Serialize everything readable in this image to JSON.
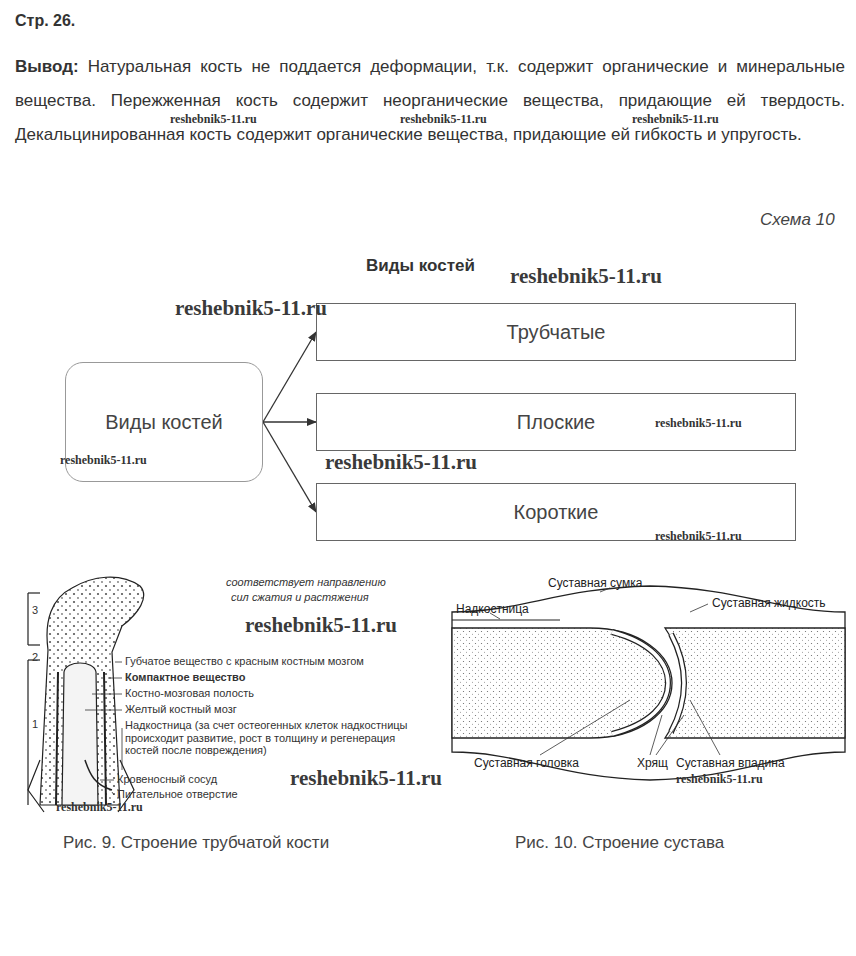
{
  "diagram": {
    "title": "Виды костей",
    "nodes": [
      {
        "text": [
          "Виды костей"
        ]
      },
      {
        "text": [
          "Трубчатые"
        ]
      },
      {
        "text": [
          "Плоские"
        ]
      },
      {
        "text": [
          "Короткие"
        ]
      }
    ],
    "edges": [
      {
        "from": 0,
        "to": 1,
        "arrow": "to"
      },
      {
        "from": 0,
        "to": 2,
        "arrow": "to"
      },
      {
        "from": 0,
        "to": 3,
        "arrow": "to"
      }
    ],
    "labels": [
      "Стр. 26.",
      "Вывод:",
      "Натуральная кость не поддается деформации, т.к. содержит органические и минеральные вещества. Пережженная кость содержит неорганические вещества, придающие ей твердость. Декальцинированная кость содержит органические вещества, придающие ей гибкость и упругость.",
      "Схема 10",
      "reshebnik5-11.ru",
      "reshebnik5-11.ru",
      "reshebnik5-11.ru",
      "reshebnik5-11.ru",
      "reshebnik5-11.ru",
      "reshebnik5-11.ru",
      "reshebnik5-11.ru",
      "reshebnik5-11.ru",
      "reshebnik5-11.ru",
      "reshebnik5-11.ru",
      "3",
      "2",
      "1",
      "соответствует направлению",
      "сил сжатия и растяжения",
      "Губчатое вещество с красным костным мозгом",
      "Компактное вещество",
      "Костно-мозговая полость",
      "Желтый костный мозг",
      "Надкостница (за счет остеогенных клеток надкостницы происходит развитие, рост в толщину и регенерация костей после повреждения)",
      "Кровеносный сосуд",
      "Питательное отверстие",
      "reshebnik5-11.ru",
      "reshebnik5-11.ru",
      "Рис. 9. Строение трубчатой кости",
      "Суставная сумка",
      "Суставная жидкость",
      "Надкостница",
      "Суставная головка",
      "Хрящ",
      "Суставная впадина",
      "reshebnik5-11.ru",
      "Рис. 10. Строение сустава"
    ]
  }
}
